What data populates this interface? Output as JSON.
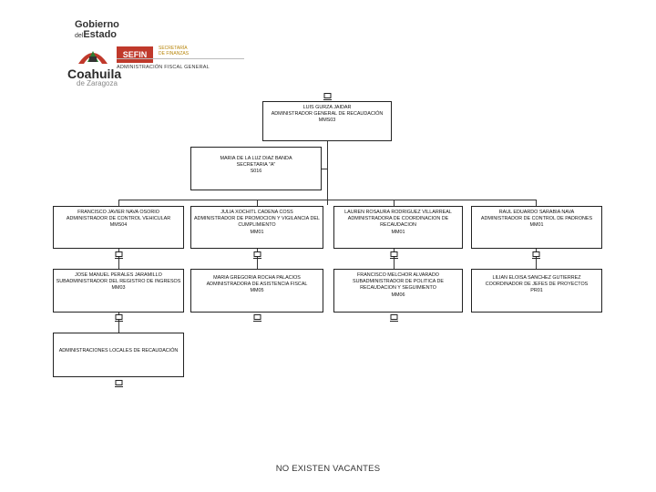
{
  "header": {
    "gob_line1": "Gobierno",
    "gob_line2": "del",
    "gob_line3": "Estado",
    "state": "Coahuila",
    "state_suffix": "de Zaragoza",
    "sefin": "SEFIN",
    "sefin_sub": "SECRETARÍA DE FINANZAS",
    "admin": "ADMINISTRACIÓN FISCAL GENERAL",
    "brand_color": "#c0392b"
  },
  "nodes": {
    "root": {
      "name": "LUIS GURZA JAIDAR",
      "position": "ADMINISTRADOR GENERAL DE RECAUDACIÓN",
      "code": "MMS03"
    },
    "secretary": {
      "name": "MARIA DE LA LUZ DIAZ BANDA",
      "position": "SECRETARIA \"A\"",
      "code": "S016"
    },
    "l1": {
      "name": "FRANCISCO JAVIER NAVA OSORIO",
      "position": "ADMINISTRADOR DE CONTROL VEHICULAR",
      "code": "MMS04"
    },
    "l2": {
      "name": "JULIA XOCHITL CADENA COSS",
      "position": "ADMINISTRADOR DE PROMOCION Y VIGILANCIA DEL CUMPLIMIENTO",
      "code": "MM01"
    },
    "l3": {
      "name": "LAUREN ROSAURA RODRIGUEZ VILLARREAL",
      "position": "ADMINISTRADORA DE COORDINACION DE RECAUDACION",
      "code": "MM01"
    },
    "l4": {
      "name": "RAUL EDUARDO SARABIA NAVA",
      "position": "ADMINISTRADOR DE CONTROL DE PADRONES",
      "code": "MM01"
    },
    "s1": {
      "name": "JOSE MANUEL PERALES JARAMILLO",
      "position": "SUBADMINISTRADOR DEL REGISTRO DE INGRESOS",
      "code": "MM03"
    },
    "s2": {
      "name": "MARIA GREGORIA ROCHA PALACIOS",
      "position": "ADMINISTRADORA DE ASISTENCIA FISCAL",
      "code": "MM05"
    },
    "s3": {
      "name": "FRANCISCO MELCHOR ALVARADO",
      "position": "SUBADMINISTRADOR DE POLITICA DE RECAUDACION Y SEGUIMIENTO",
      "code": "MM06"
    },
    "s4": {
      "name": "LILIAN ELOISA SANCHEZ GUTIERREZ",
      "position": "COORDINADOR DE JEFES DE PROYECTOS",
      "code": "PR01"
    },
    "locales": {
      "name": "ADMINISTRACIONES LOCALES DE RECAUDACIÓN"
    }
  },
  "icons": [
    "org-chart-icon"
  ],
  "footer": "NO EXISTEN VACANTES"
}
